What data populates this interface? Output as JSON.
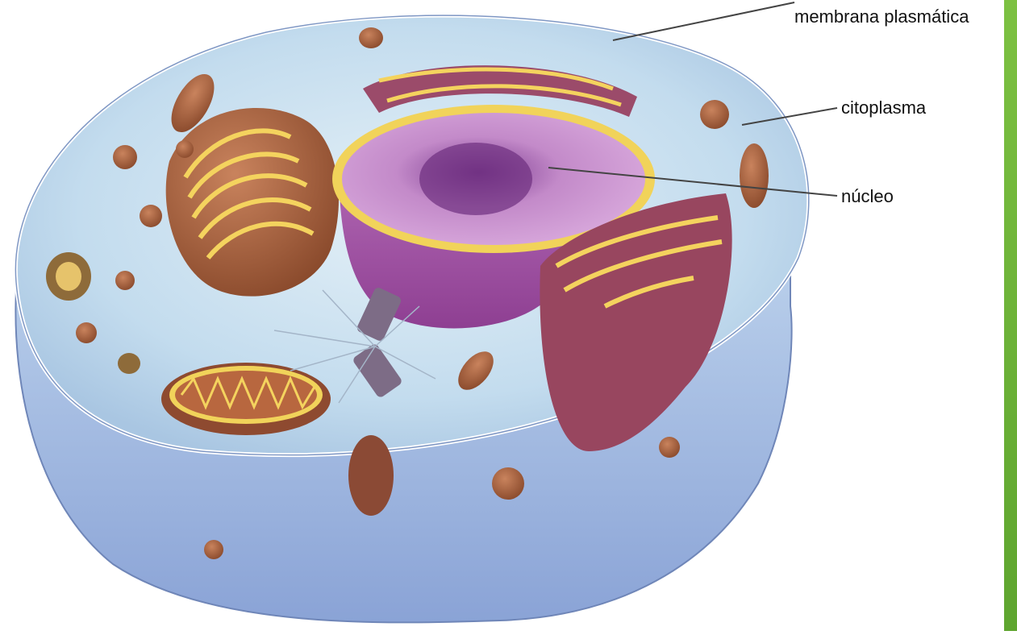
{
  "labels": {
    "membrana": "membrana plasmática",
    "citoplasma": "citoplasma",
    "nucleo": "núcleo"
  },
  "colors": {
    "accent_bar": "#7dc142",
    "leader_line": "#444444",
    "cytoplasm": "#c7dff0",
    "nucleus": "#b06ab3",
    "organelle": "#a0583a"
  }
}
